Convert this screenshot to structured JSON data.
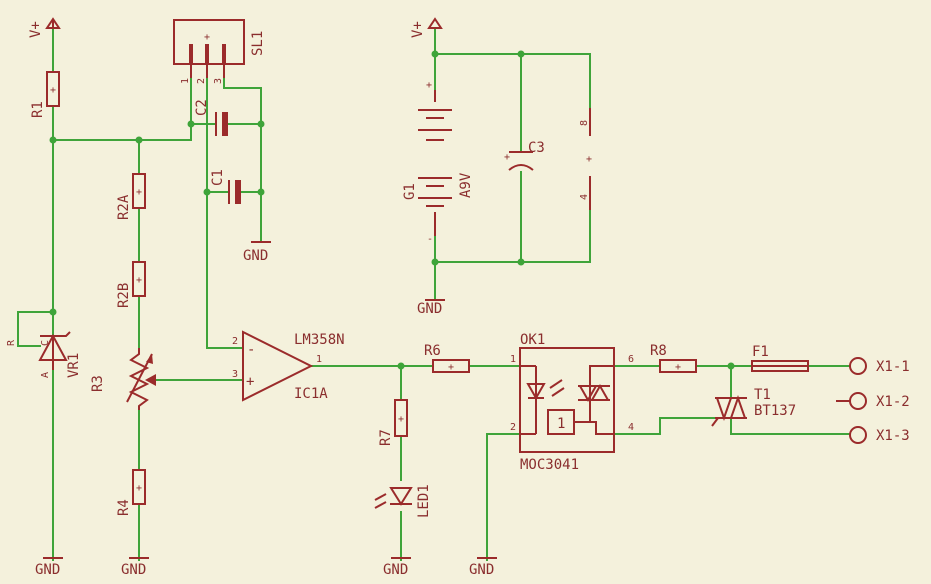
{
  "components": {
    "vplus": "V+",
    "gnd": "GND",
    "r1": "R1",
    "r2a": "R2A",
    "r2b": "R2B",
    "r3": "R3",
    "r4": "R4",
    "r6": "R6",
    "r7": "R7",
    "r8": "R8",
    "vr1": "VR1",
    "c1": "C1",
    "c2": "C2",
    "c3": "C3",
    "sl1": "SL1",
    "g1": "G1",
    "g1_value": "A9V",
    "ic1_name": "IC1A",
    "ic1_value": "LM358N",
    "led1": "LED1",
    "ok1": "OK1",
    "ok1_value": "MOC3041",
    "f1": "F1",
    "t1": "T1",
    "t1_value": "BT137",
    "x1_1": "X1-1",
    "x1_2": "X1-2",
    "x1_3": "X1-3"
  },
  "pins": {
    "sl1_1": "1",
    "sl1_2": "2",
    "sl1_3": "3",
    "ic_minus": "2",
    "ic_plus": "3",
    "ic_out": "1",
    "ok_1": "1",
    "ok_2": "2",
    "ok_4": "4",
    "ok_6": "6",
    "pwr_8": "8",
    "pwr_4": "4",
    "vr_r": "R",
    "vr_a": "A",
    "vr_c": "C",
    "plus": "+",
    "minus": "-",
    "opto_inner": "1"
  }
}
